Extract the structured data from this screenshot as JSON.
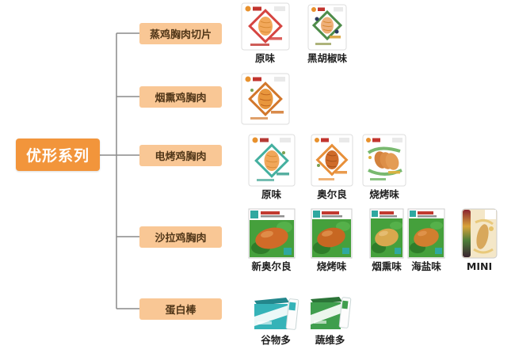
{
  "root": {
    "label": "优形系列"
  },
  "colors": {
    "root_bg": "#F2953B",
    "category_bg": "#F9C795",
    "category_text": "#503618",
    "connector_line": "#8A8A8A"
  },
  "categories": [
    {
      "label": "蒸鸡胸肉切片",
      "products": [
        {
          "label": "原味"
        },
        {
          "label": "黑胡椒味"
        }
      ]
    },
    {
      "label": "烟熏鸡胸肉",
      "products": [
        {
          "label": ""
        }
      ]
    },
    {
      "label": "电烤鸡胸肉",
      "products": [
        {
          "label": "原味"
        },
        {
          "label": "奥尔良"
        },
        {
          "label": "烧烤味"
        }
      ]
    },
    {
      "label": "沙拉鸡胸肉",
      "products": [
        {
          "label": "新奥尔良"
        },
        {
          "label": "烧烤味"
        },
        {
          "label": "烟熏味"
        },
        {
          "label": "海盐味"
        },
        {
          "label": "MINI"
        }
      ]
    },
    {
      "label": "蛋白棒",
      "products": [
        {
          "label": "谷物多"
        },
        {
          "label": "蔬维多"
        }
      ]
    }
  ]
}
